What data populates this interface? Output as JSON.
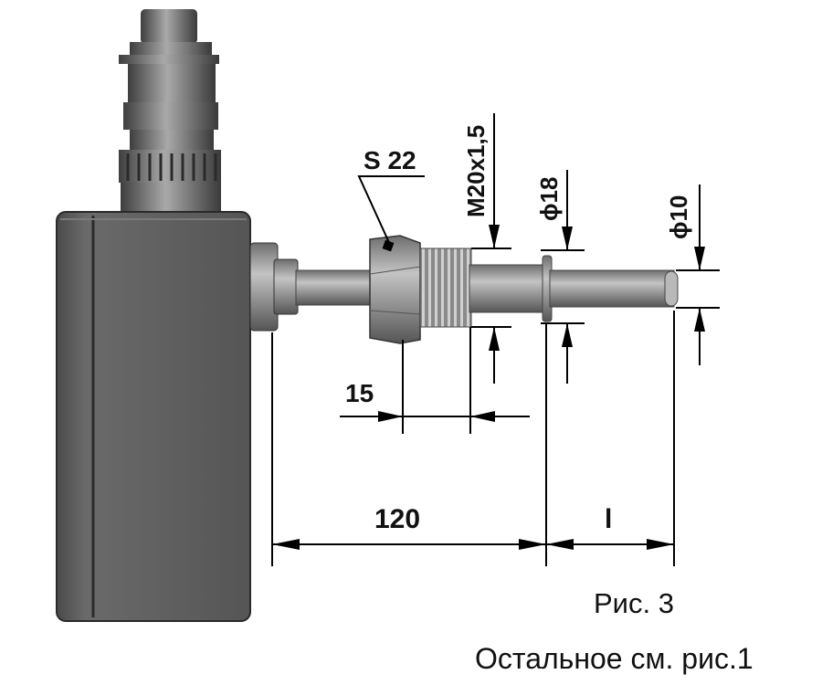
{
  "figure": {
    "caption": "Рис. 3",
    "note": "Остальное см. рис.1"
  },
  "dimensions": {
    "wrench_size": "S 22",
    "thread": "M20x1,5",
    "diameter_collar": "ϕ18",
    "diameter_tip": "ϕ10",
    "thread_length": "15",
    "mount_length": "120",
    "immersion_length": "l"
  },
  "colors": {
    "housing": "#5a5a5a",
    "metal": "#9a9a9a",
    "lines": "#000000"
  }
}
